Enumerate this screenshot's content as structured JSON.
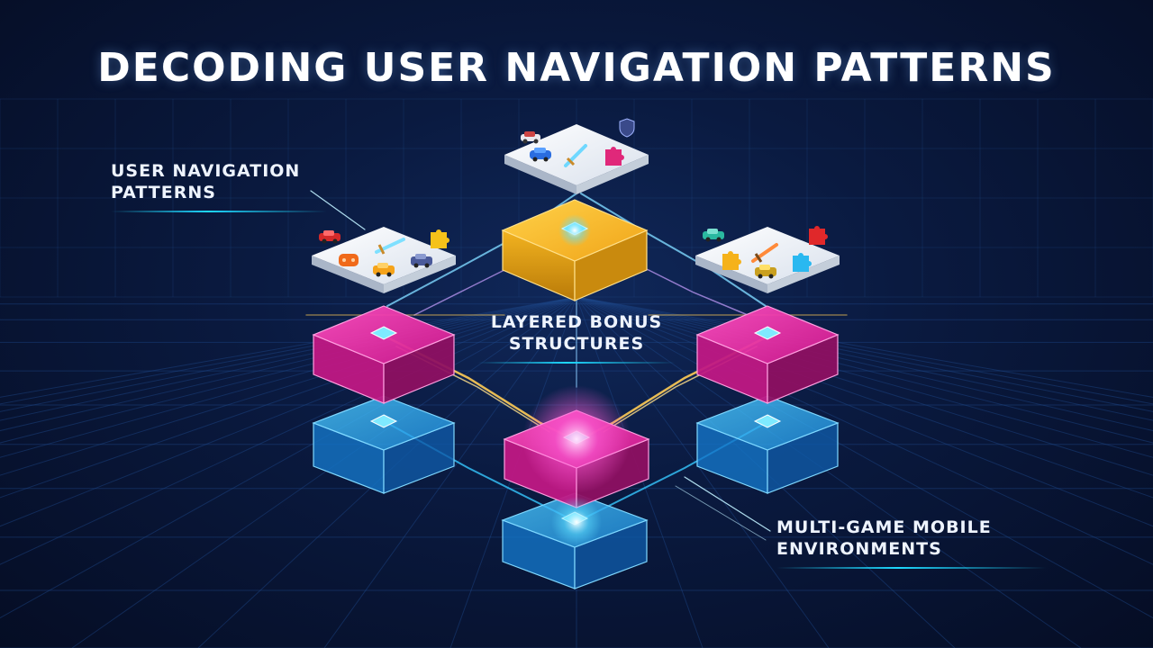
{
  "title": "DECODING USER NAVIGATION PATTERNS",
  "labels": {
    "navigation_line1": "USER NAVIGATION",
    "navigation_line2": "PATTERNS",
    "bonus_line1": "LAYERED BONUS",
    "bonus_line2": "STRUCTURES",
    "multigame_line1": "MULTI-GAME MOBILE",
    "multigame_line2": "ENVIRONMENTS"
  },
  "colors": {
    "background": "#0a1a40",
    "grid": "#1e4a8c",
    "accent_cyan": "#1ed8ff",
    "gold_layer": "#f2b320",
    "magenta_layer": "#e0289e",
    "blue_layer": "#1f9ee6",
    "white_tile": "#e9eef6",
    "circuit_line": "#ffcc55"
  },
  "layers": [
    "white-game-tile",
    "gold-bonus-layer",
    "magenta-bonus-layer",
    "blue-base-layer"
  ],
  "game_icons": [
    "race-car-icon",
    "sword-icon",
    "puzzle-piece-icon",
    "controller-icon",
    "shield-icon"
  ]
}
